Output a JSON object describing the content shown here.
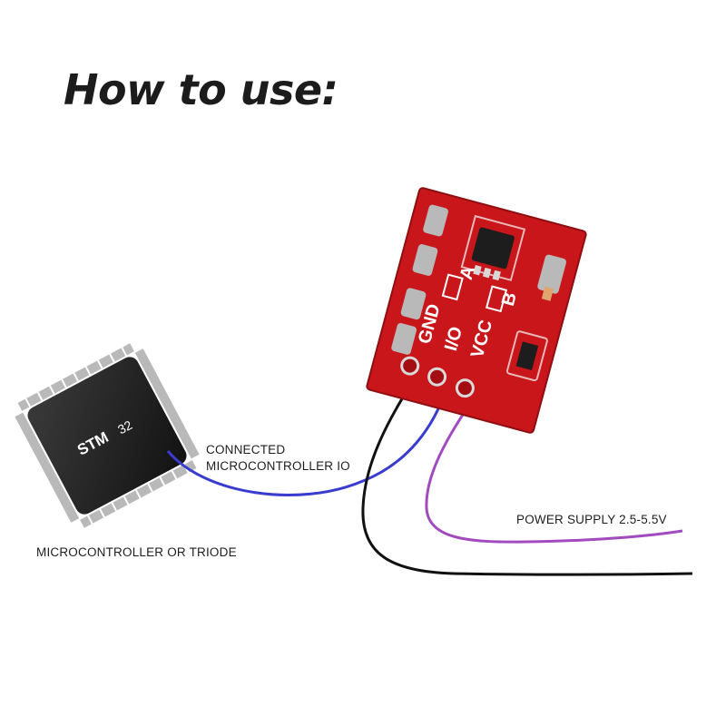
{
  "title": "How to use:",
  "labels": {
    "connected_line1": "CONNECTED",
    "connected_line2": "MICROCONTROLLER IO",
    "power_supply": "POWER SUPPLY 2.5-5.5V",
    "microcontroller": "MICROCONTROLLER OR TRIODE"
  },
  "chip": {
    "brand": "STM",
    "model": "32"
  },
  "board": {
    "pin_gnd": "GND",
    "pin_io": "I/O",
    "pin_vcc": "VCC",
    "jumper_a": "A",
    "jumper_b": "B"
  },
  "colors": {
    "board_red": "#c8161b",
    "wire_blue": "#3a3ccf",
    "wire_purple": "#a24bbf",
    "wire_black": "#111111",
    "chip_body": "#2a2a2a"
  }
}
